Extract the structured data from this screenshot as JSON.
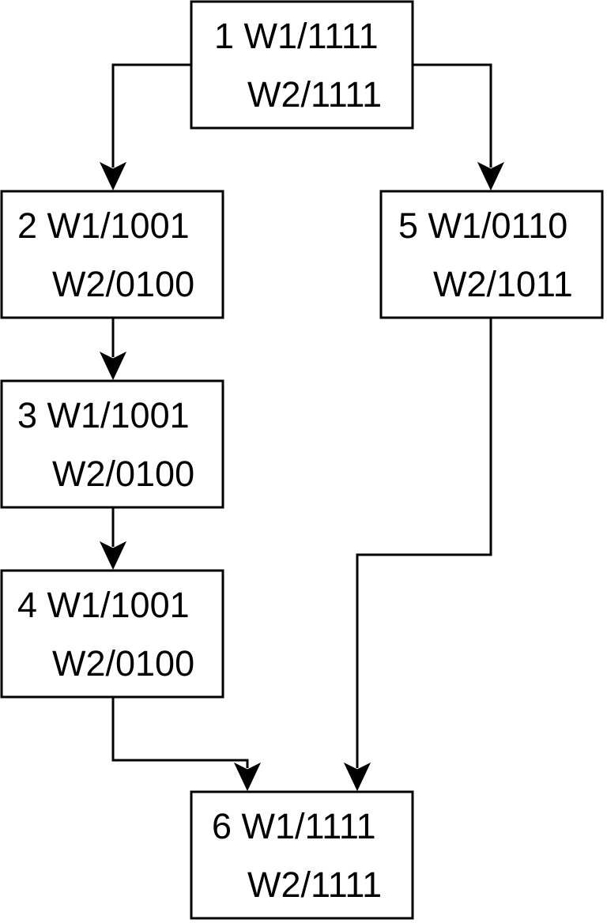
{
  "diagram": {
    "type": "flowchart",
    "nodes": [
      {
        "id": "1",
        "line1": "1 W1/1111",
        "line2": "W2/1111"
      },
      {
        "id": "2",
        "line1": "2 W1/1001",
        "line2": "W2/0100"
      },
      {
        "id": "3",
        "line1": "3 W1/1001",
        "line2": "W2/0100"
      },
      {
        "id": "4",
        "line1": "4 W1/1001",
        "line2": "W2/0100"
      },
      {
        "id": "5",
        "line1": "5 W1/0110",
        "line2": "W2/1011"
      },
      {
        "id": "6",
        "line1": "6 W1/1111",
        "line2": "W2/1111"
      }
    ],
    "edges": [
      {
        "from": "1",
        "to": "2"
      },
      {
        "from": "1",
        "to": "5"
      },
      {
        "from": "2",
        "to": "3"
      },
      {
        "from": "3",
        "to": "4"
      },
      {
        "from": "4",
        "to": "6"
      },
      {
        "from": "5",
        "to": "6"
      }
    ]
  }
}
